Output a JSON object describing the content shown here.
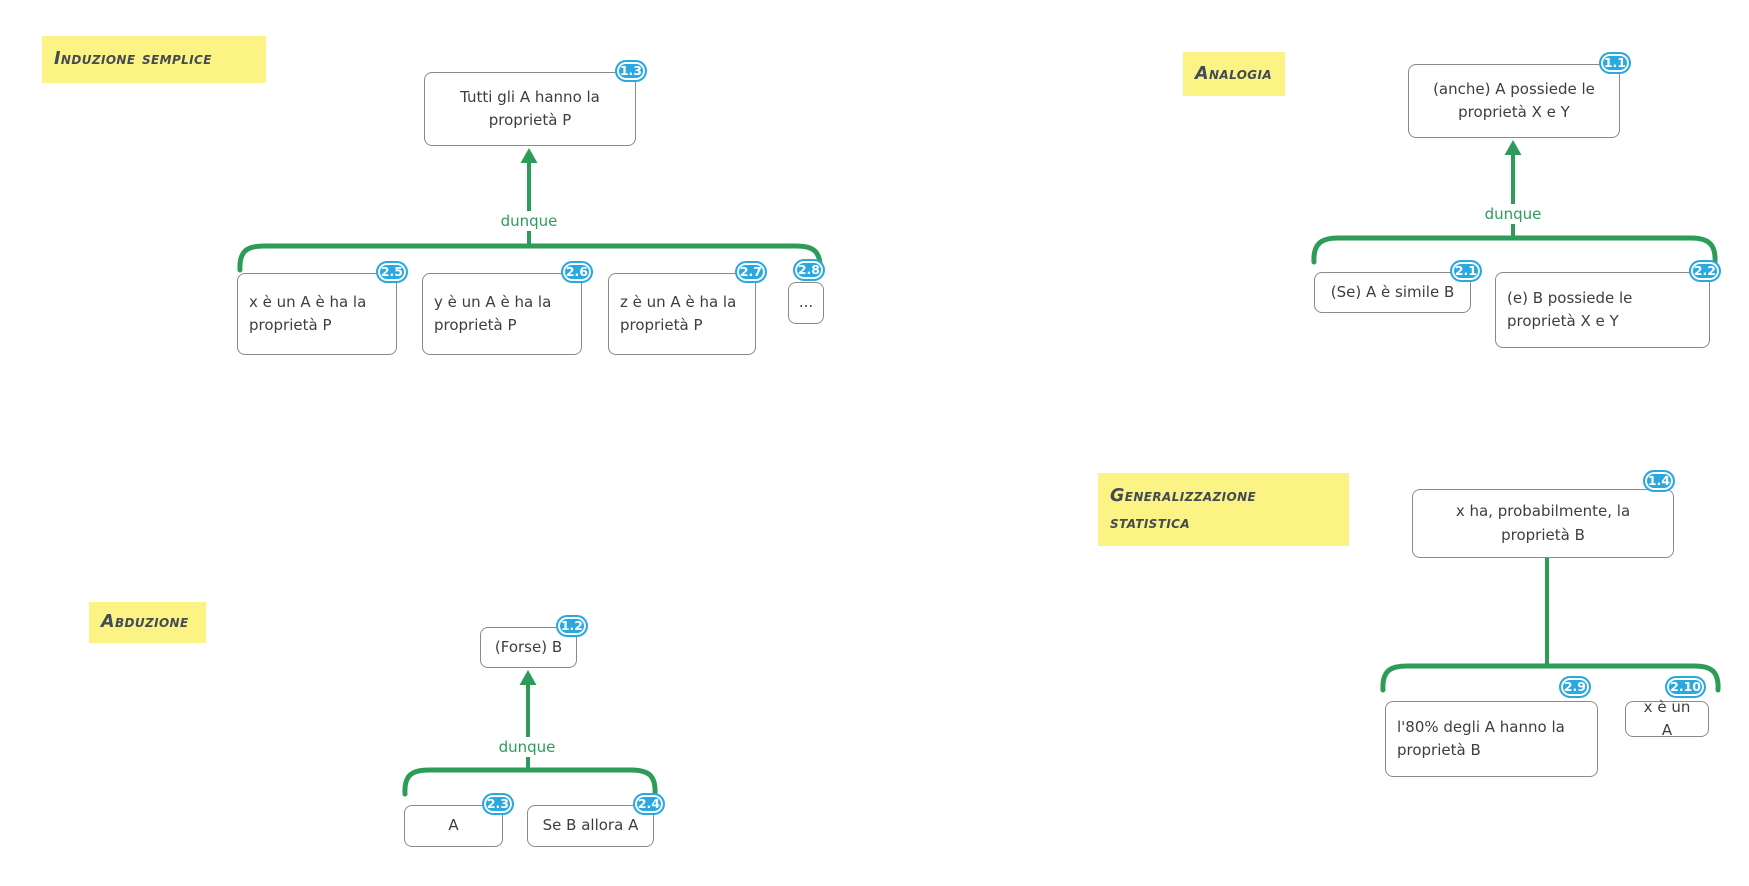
{
  "colors": {
    "highlight_yellow": "#fbf383",
    "edge_green": "#2e9c59",
    "badge_blue": "#29a9e0",
    "node_border": "#8a8a8a",
    "node_text": "#3e3e3e"
  },
  "sections": {
    "induzione": {
      "label": "Induzione semplice",
      "relation_label": "dunque",
      "conclusion": {
        "badge": "1.3",
        "text": "Tutti gli A hanno la proprietà P"
      },
      "premises": [
        {
          "badge": "2.5",
          "text": "x è un A è ha la proprietà P"
        },
        {
          "badge": "2.6",
          "text": "y è un A è ha la proprietà P"
        },
        {
          "badge": "2.7",
          "text": "z è un A è ha la proprietà P"
        },
        {
          "badge": "2.8",
          "text": "..."
        }
      ]
    },
    "analogia": {
      "label": "Analogia",
      "relation_label": "dunque",
      "conclusion": {
        "badge": "1.1",
        "text": "(anche) A possiede le proprietà X e Y"
      },
      "premises": [
        {
          "badge": "2.1",
          "text": "(Se) A è simile B"
        },
        {
          "badge": "2.2",
          "text": "(e) B possiede le proprietà X e Y"
        }
      ]
    },
    "generalizzazione": {
      "label": "Generalizzazione statistica",
      "conclusion": {
        "badge": "1.4",
        "text": "x ha, probabilmente, la proprietà B"
      },
      "premises": [
        {
          "badge": "2.9",
          "text": "l'80% degli A hanno la proprietà B"
        },
        {
          "badge": "2.10",
          "text": "x è un A"
        }
      ]
    },
    "abduzione": {
      "label": "Abduzione",
      "relation_label": "dunque",
      "conclusion": {
        "badge": "1.2",
        "text": "(Forse) B"
      },
      "premises": [
        {
          "badge": "2.3",
          "text": "A"
        },
        {
          "badge": "2.4",
          "text": "Se B allora A"
        }
      ]
    }
  }
}
